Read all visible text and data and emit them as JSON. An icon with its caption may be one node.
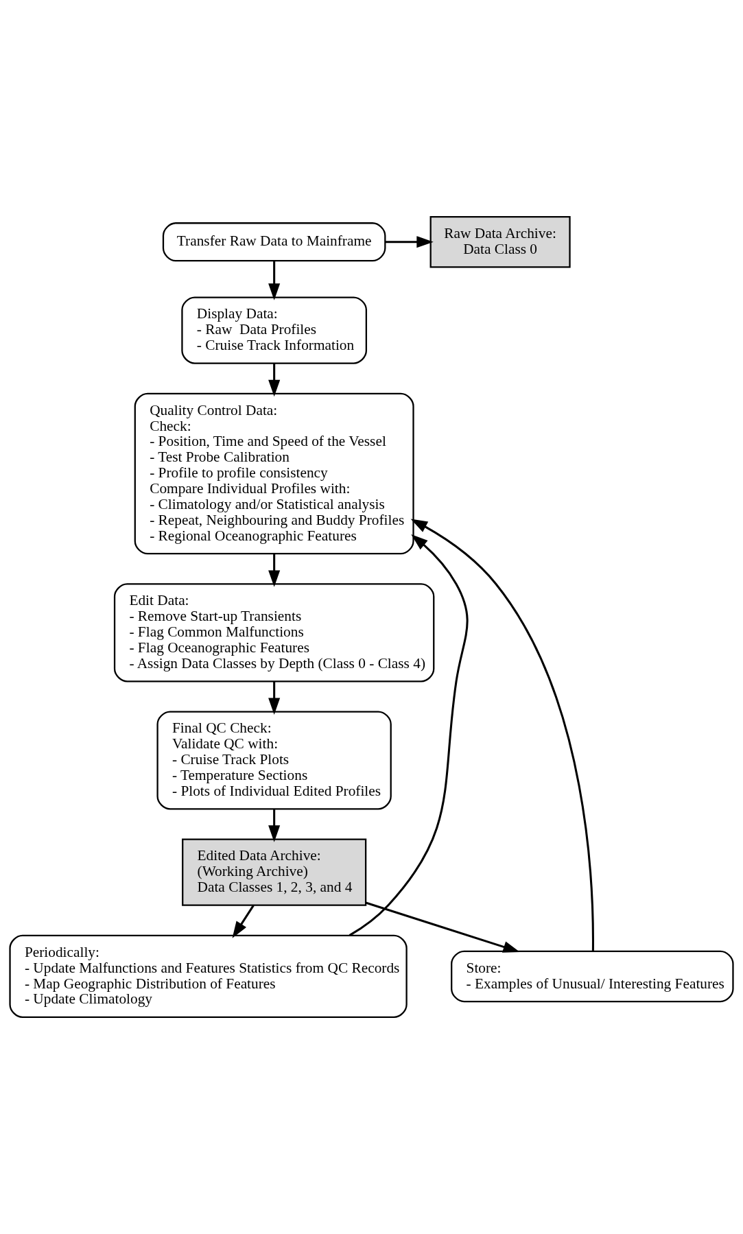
{
  "diagram": {
    "nodes": [
      {
        "text": [
          "Transfer Raw Data to Mainframe"
        ]
      },
      {
        "text": [
          "Raw Data Archive:",
          "Data Class 0"
        ]
      },
      {
        "text": [
          "Display Data:",
          "- Raw  Data Profiles",
          "- Cruise Track Information"
        ]
      },
      {
        "text": [
          "Quality Control Data:",
          "Check:",
          "- Position, Time and Speed of the Vessel",
          "- Test Probe Calibration",
          "- Profile to profile consistency",
          "Compare Individual Profiles with:",
          "- Climatology and/or Statistical analysis",
          "- Repeat, Neighbouring and Buddy Profiles",
          "- Regional Oceanographic Features"
        ]
      },
      {
        "text": [
          "Edit Data:",
          "- Remove Start-up Transients",
          "- Flag Common Malfunctions",
          "- Flag Oceanographic Features",
          "- Assign Data Classes by Depth (Class 0 - Class 4)"
        ]
      },
      {
        "text": [
          "Final QC Check:",
          "Validate QC with:",
          "- Cruise Track Plots",
          "- Temperature Sections",
          "- Plots of Individual Edited Profiles"
        ]
      },
      {
        "text": [
          "Edited Data Archive:",
          "(Working Archive)",
          "Data Classes 1, 2, 3, and 4"
        ]
      },
      {
        "text": [
          "Periodically:",
          "- Update Malfunctions and Features Statistics from QC Records",
          "- Map Geographic Distribution of Features",
          "- Update Climatology"
        ]
      },
      {
        "text": [
          "Store:",
          "- Examples of Unusual/ Interesting Features"
        ]
      }
    ],
    "edges": [
      {
        "from": 0,
        "to": 1,
        "arrow": "to"
      },
      {
        "from": 0,
        "to": 2,
        "arrow": "to"
      },
      {
        "from": 2,
        "to": 3,
        "arrow": "to"
      },
      {
        "from": 3,
        "to": 4,
        "arrow": "to"
      },
      {
        "from": 4,
        "to": 5,
        "arrow": "to"
      },
      {
        "from": 5,
        "to": 6,
        "arrow": "to"
      },
      {
        "from": 6,
        "to": 7,
        "arrow": "to"
      },
      {
        "from": 6,
        "to": 8,
        "arrow": "to"
      },
      {
        "from": 7,
        "to": 3,
        "arrow": "to"
      },
      {
        "from": 8,
        "to": 3,
        "arrow": "to"
      }
    ]
  }
}
